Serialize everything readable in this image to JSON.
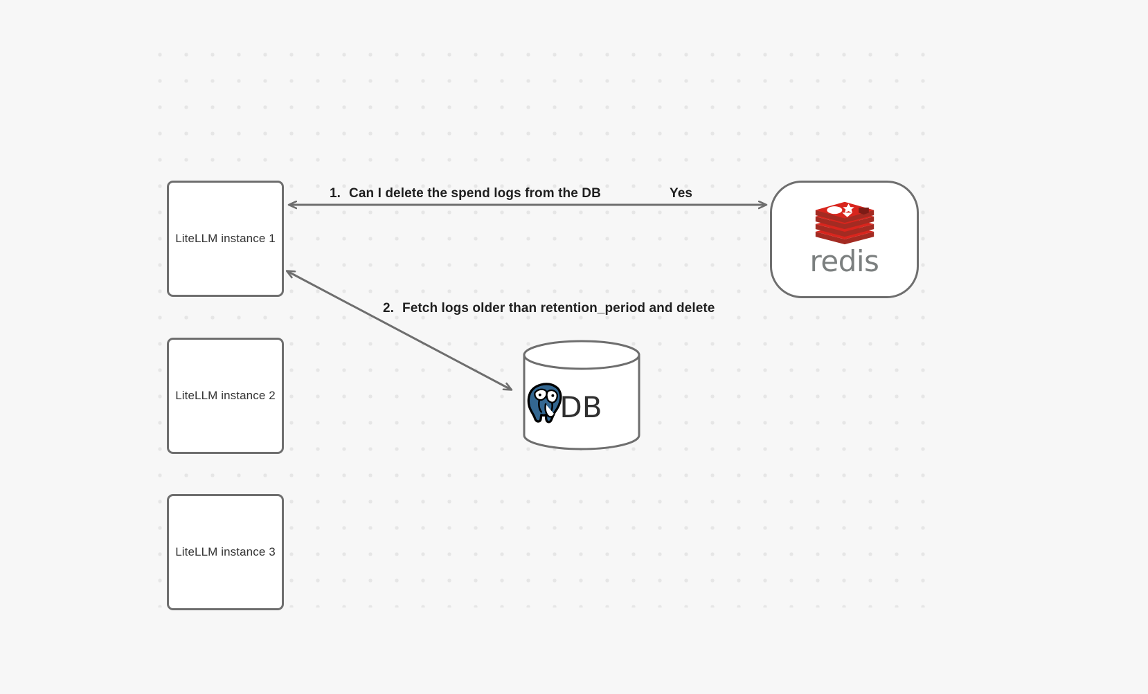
{
  "canvas": {
    "background_color": "#f7f7f7",
    "grid_dot_color": "#e6e6e6",
    "node_border_color": "#6e6e6e",
    "edge_color": "#6e6e6e"
  },
  "nodes": [
    {
      "id": "litellm-1",
      "label": "LiteLLM instance 1",
      "type": "rect"
    },
    {
      "id": "litellm-2",
      "label": "LiteLLM instance 2",
      "type": "rect"
    },
    {
      "id": "litellm-3",
      "label": "LiteLLM instance 3",
      "type": "rect"
    },
    {
      "id": "redis",
      "label": "redis",
      "type": "rounded",
      "logo": "redis-logo-icon",
      "brand_color": "#d8251d"
    },
    {
      "id": "postgres-db",
      "label": "DB",
      "type": "cylinder",
      "logo": "postgresql-elephant-icon",
      "brand_color": "#336791"
    }
  ],
  "edges": [
    {
      "id": "edge-1",
      "from": "litellm-1",
      "to": "redis",
      "direction": "bidirectional",
      "step_number": "1.",
      "label": "Can I delete the spend logs from the DB",
      "reply_label": "Yes"
    },
    {
      "id": "edge-2",
      "from": "litellm-1",
      "to": "postgres-db",
      "direction": "bidirectional",
      "step_number": "2.",
      "label": "Fetch logs older than retention_period and delete"
    }
  ]
}
